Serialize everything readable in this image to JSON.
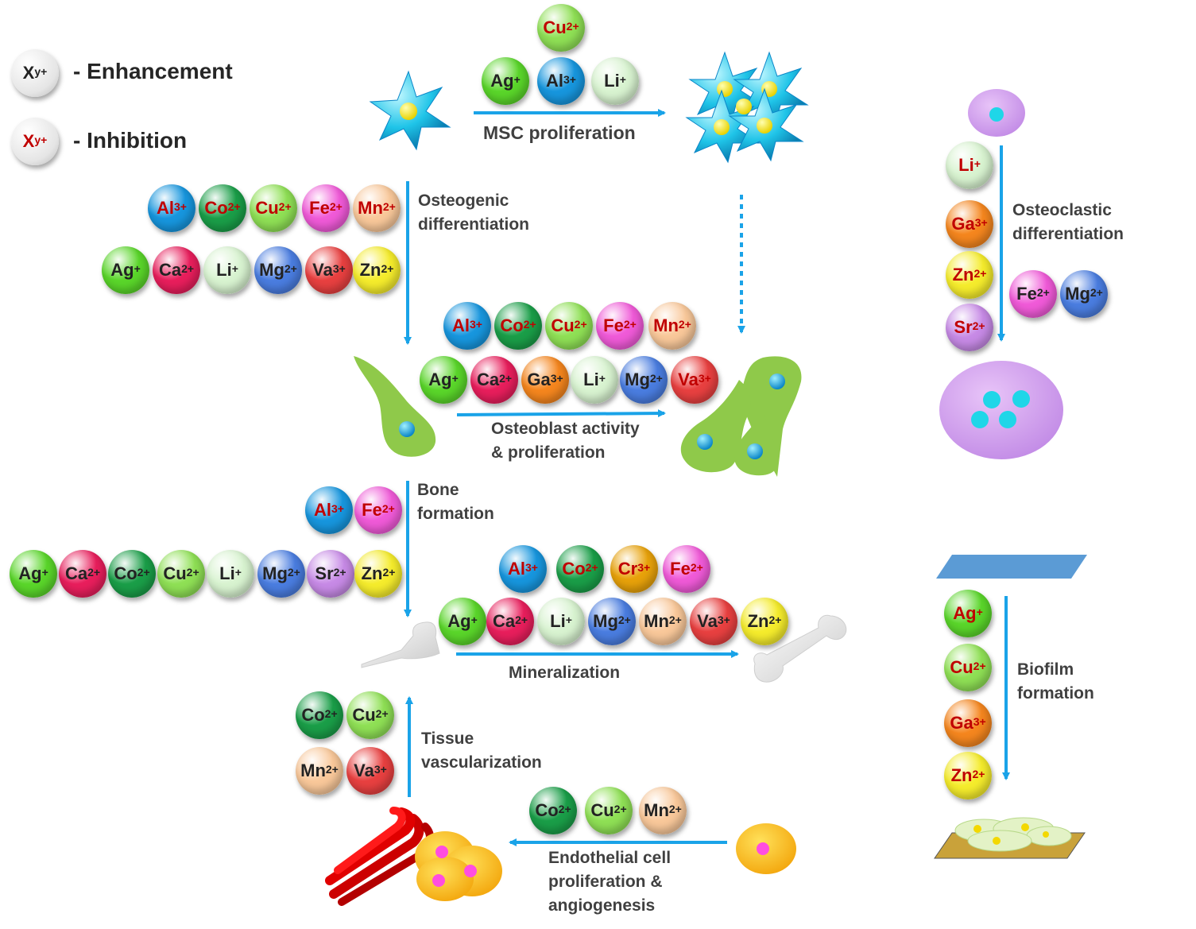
{
  "legend": {
    "enhancement_symbol": "X",
    "enhancement_charge": "y+",
    "enhancement_label": "- Enhancement",
    "inhibition_symbol": "X",
    "inhibition_charge": "y+",
    "inhibition_label": "- Inhibition"
  },
  "labels": {
    "msc": "MSC proliferation",
    "osteogenic": [
      "Osteogenic",
      "differentiation"
    ],
    "osteoblast": [
      "Osteoblast activity",
      "& proliferation"
    ],
    "bone": [
      "Bone",
      "formation"
    ],
    "mineralization": "Mineralization",
    "tissue": [
      "Tissue",
      "vascularization"
    ],
    "endothelial": [
      "Endothelial cell",
      "proliferation &",
      "angiogenesis"
    ],
    "osteoclastic": [
      "Osteoclastic",
      "differentiation"
    ],
    "biofilm": [
      "Biofilm",
      "formation"
    ]
  },
  "colors": {
    "enhance_text": "#222222",
    "inhibit_text": "#c00000",
    "arrow": "#1aa3e8",
    "Ag": "#5ad62a",
    "Al": "#1796de",
    "Li": "#d8f3d0",
    "Cu": "#8fe055",
    "Co": "#1a9e48",
    "Fe": "#f05ad8",
    "Mn": "#f9c89a",
    "Ca": "#e81e5c",
    "Mg": "#4a7de0",
    "Va": "#e84040",
    "Zn": "#f5ec2c",
    "Ga": "#f5861e",
    "Sr": "#c78ae6",
    "Cr": "#e8a20a"
  },
  "ions": [
    {
      "group": "msc",
      "sym": "Cu",
      "ch": "2+",
      "mode": "inhibit"
    },
    {
      "group": "msc",
      "sym": "Ag",
      "ch": "+",
      "mode": "enhance"
    },
    {
      "group": "msc",
      "sym": "Al",
      "ch": "3+",
      "mode": "enhance"
    },
    {
      "group": "msc",
      "sym": "Li",
      "ch": "+",
      "mode": "enhance"
    },
    {
      "group": "osteogenic",
      "sym": "Al",
      "ch": "3+",
      "mode": "inhibit"
    },
    {
      "group": "osteogenic",
      "sym": "Co",
      "ch": "2+",
      "mode": "inhibit"
    },
    {
      "group": "osteogenic",
      "sym": "Cu",
      "ch": "2+",
      "mode": "inhibit"
    },
    {
      "group": "osteogenic",
      "sym": "Fe",
      "ch": "2+",
      "mode": "inhibit"
    },
    {
      "group": "osteogenic",
      "sym": "Mn",
      "ch": "2+",
      "mode": "inhibit"
    },
    {
      "group": "osteogenic",
      "sym": "Ag",
      "ch": "+",
      "mode": "enhance"
    },
    {
      "group": "osteogenic",
      "sym": "Ca",
      "ch": "2+",
      "mode": "enhance"
    },
    {
      "group": "osteogenic",
      "sym": "Li",
      "ch": "+",
      "mode": "enhance"
    },
    {
      "group": "osteogenic",
      "sym": "Mg",
      "ch": "2+",
      "mode": "enhance"
    },
    {
      "group": "osteogenic",
      "sym": "Va",
      "ch": "3+",
      "mode": "enhance"
    },
    {
      "group": "osteogenic",
      "sym": "Zn",
      "ch": "2+",
      "mode": "enhance"
    },
    {
      "group": "osteoblast",
      "sym": "Al",
      "ch": "3+",
      "mode": "inhibit"
    },
    {
      "group": "osteoblast",
      "sym": "Co",
      "ch": "2+",
      "mode": "inhibit"
    },
    {
      "group": "osteoblast",
      "sym": "Cu",
      "ch": "2+",
      "mode": "inhibit"
    },
    {
      "group": "osteoblast",
      "sym": "Fe",
      "ch": "2+",
      "mode": "inhibit"
    },
    {
      "group": "osteoblast",
      "sym": "Mn",
      "ch": "2+",
      "mode": "inhibit"
    },
    {
      "group": "osteoblast",
      "sym": "Ag",
      "ch": "+",
      "mode": "enhance"
    },
    {
      "group": "osteoblast",
      "sym": "Ca",
      "ch": "2+",
      "mode": "enhance"
    },
    {
      "group": "osteoblast",
      "sym": "Ga",
      "ch": "3+",
      "mode": "enhance"
    },
    {
      "group": "osteoblast",
      "sym": "Li",
      "ch": "+",
      "mode": "enhance"
    },
    {
      "group": "osteoblast",
      "sym": "Mg",
      "ch": "2+",
      "mode": "enhance"
    },
    {
      "group": "osteoblast",
      "sym": "Va",
      "ch": "3+",
      "mode": "inhibit"
    },
    {
      "group": "bone",
      "sym": "Al",
      "ch": "3+",
      "mode": "inhibit"
    },
    {
      "group": "bone",
      "sym": "Fe",
      "ch": "2+",
      "mode": "inhibit"
    },
    {
      "group": "bone",
      "sym": "Ag",
      "ch": "+",
      "mode": "enhance"
    },
    {
      "group": "bone",
      "sym": "Ca",
      "ch": "2+",
      "mode": "enhance"
    },
    {
      "group": "bone",
      "sym": "Co",
      "ch": "2+",
      "mode": "enhance"
    },
    {
      "group": "bone",
      "sym": "Cu",
      "ch": "2+",
      "mode": "enhance"
    },
    {
      "group": "bone",
      "sym": "Li",
      "ch": "+",
      "mode": "enhance"
    },
    {
      "group": "bone",
      "sym": "Mg",
      "ch": "2+",
      "mode": "enhance"
    },
    {
      "group": "bone",
      "sym": "Sr",
      "ch": "2+",
      "mode": "enhance"
    },
    {
      "group": "bone",
      "sym": "Zn",
      "ch": "2+",
      "mode": "enhance"
    },
    {
      "group": "mineral",
      "sym": "Al",
      "ch": "3+",
      "mode": "inhibit"
    },
    {
      "group": "mineral",
      "sym": "Co",
      "ch": "2+",
      "mode": "inhibit"
    },
    {
      "group": "mineral",
      "sym": "Cr",
      "ch": "3+",
      "mode": "inhibit"
    },
    {
      "group": "mineral",
      "sym": "Fe",
      "ch": "2+",
      "mode": "inhibit"
    },
    {
      "group": "mineral",
      "sym": "Ag",
      "ch": "+",
      "mode": "enhance"
    },
    {
      "group": "mineral",
      "sym": "Ca",
      "ch": "2+",
      "mode": "enhance"
    },
    {
      "group": "mineral",
      "sym": "Li",
      "ch": "+",
      "mode": "enhance"
    },
    {
      "group": "mineral",
      "sym": "Mg",
      "ch": "2+",
      "mode": "enhance"
    },
    {
      "group": "mineral",
      "sym": "Mn",
      "ch": "2+",
      "mode": "enhance"
    },
    {
      "group": "mineral",
      "sym": "Va",
      "ch": "3+",
      "mode": "enhance"
    },
    {
      "group": "mineral",
      "sym": "Zn",
      "ch": "2+",
      "mode": "enhance"
    },
    {
      "group": "tissue",
      "sym": "Co",
      "ch": "2+",
      "mode": "enhance"
    },
    {
      "group": "tissue",
      "sym": "Cu",
      "ch": "2+",
      "mode": "enhance"
    },
    {
      "group": "tissue",
      "sym": "Mn",
      "ch": "2+",
      "mode": "enhance"
    },
    {
      "group": "tissue",
      "sym": "Va",
      "ch": "3+",
      "mode": "enhance"
    },
    {
      "group": "endothelial",
      "sym": "Co",
      "ch": "2+",
      "mode": "enhance"
    },
    {
      "group": "endothelial",
      "sym": "Cu",
      "ch": "2+",
      "mode": "enhance"
    },
    {
      "group": "endothelial",
      "sym": "Mn",
      "ch": "2+",
      "mode": "enhance"
    },
    {
      "group": "osteoclast",
      "sym": "Li",
      "ch": "+",
      "mode": "inhibit"
    },
    {
      "group": "osteoclast",
      "sym": "Ga",
      "ch": "3+",
      "mode": "inhibit"
    },
    {
      "group": "osteoclast",
      "sym": "Zn",
      "ch": "2+",
      "mode": "inhibit"
    },
    {
      "group": "osteoclast",
      "sym": "Sr",
      "ch": "2+",
      "mode": "inhibit"
    },
    {
      "group": "osteoclast",
      "sym": "Fe",
      "ch": "2+",
      "mode": "enhance"
    },
    {
      "group": "osteoclast",
      "sym": "Mg",
      "ch": "2+",
      "mode": "enhance"
    },
    {
      "group": "biofilm",
      "sym": "Ag",
      "ch": "+",
      "mode": "inhibit"
    },
    {
      "group": "biofilm",
      "sym": "Cu",
      "ch": "2+",
      "mode": "inhibit"
    },
    {
      "group": "biofilm",
      "sym": "Ga",
      "ch": "3+",
      "mode": "inhibit"
    },
    {
      "group": "biofilm",
      "sym": "Zn",
      "ch": "2+",
      "mode": "inhibit"
    }
  ]
}
